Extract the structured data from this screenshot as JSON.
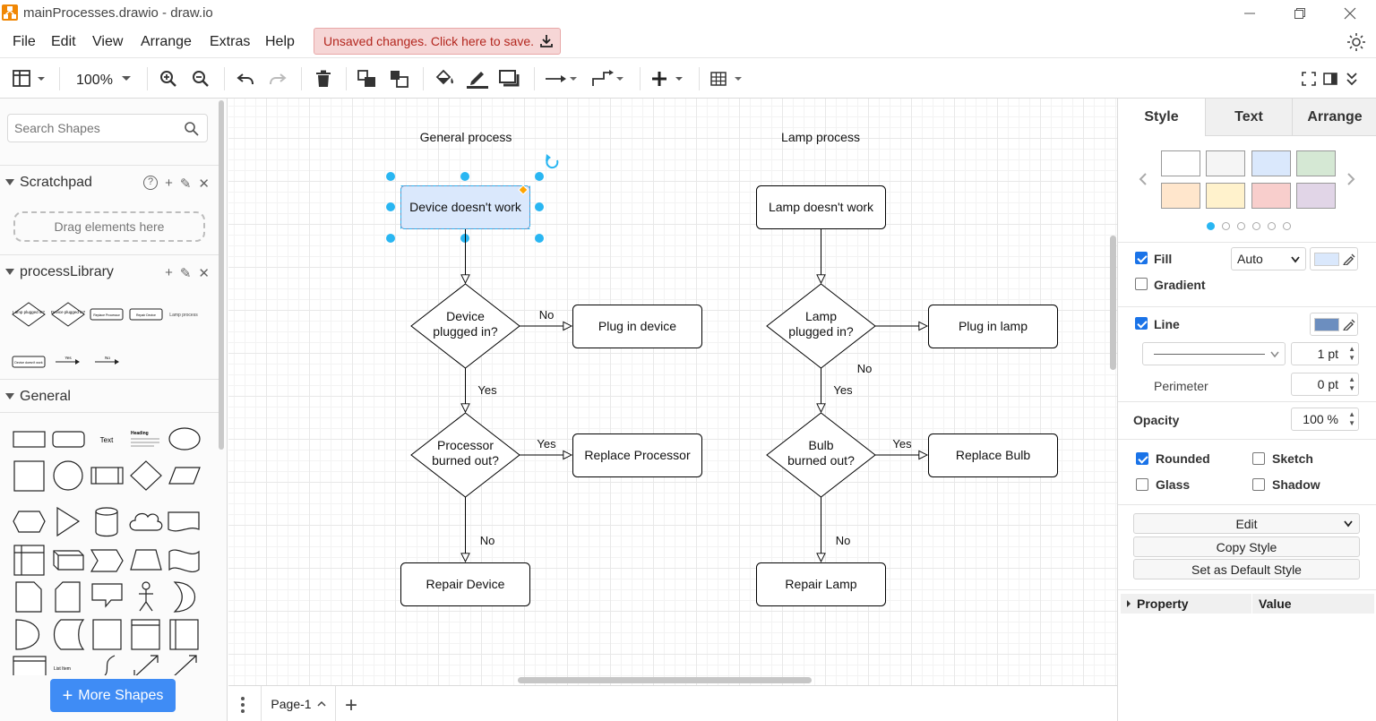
{
  "window": {
    "title": "mainProcesses.drawio - draw.io"
  },
  "menu": {
    "file": "File",
    "edit": "Edit",
    "view": "View",
    "arrange": "Arrange",
    "extras": "Extras",
    "help": "Help",
    "unsaved": "Unsaved changes. Click here to save."
  },
  "toolbar": {
    "zoom": "100%"
  },
  "sidebar": {
    "search_placeholder": "Search Shapes",
    "scratchpad_title": "Scratchpad",
    "scratchpad_help": "?",
    "drag_hint": "Drag elements here",
    "library_title": "processLibrary",
    "library_items": [
      "Lamp plugged in?",
      "Device plugged in?",
      "Replace Processor",
      "Repair Device",
      "Lamp process",
      "Device doesn't work",
      "Yes",
      "No"
    ],
    "general_title": "General",
    "general_labels": [
      "Text",
      "Heading",
      "List Item"
    ],
    "more_shapes": "More Shapes"
  },
  "diagram": {
    "general": {
      "title": "General process",
      "start": "Device doesn't work",
      "d1": [
        "Device",
        "plugged in?"
      ],
      "a1": "Plug in device",
      "d2": [
        "Processor",
        "burned out?"
      ],
      "a2": "Replace Processor",
      "end": "Repair Device",
      "l_no1": "No",
      "l_yes1": "Yes",
      "l_yes2": "Yes",
      "l_no2": "No"
    },
    "lamp": {
      "title": "Lamp process",
      "start": "Lamp doesn't work",
      "d1": [
        "Lamp",
        "plugged in?"
      ],
      "a1": "Plug in lamp",
      "d2": [
        "Bulb",
        "burned out?"
      ],
      "a2": "Replace Bulb",
      "end": "Repair Lamp",
      "l_no1": "No",
      "l_yes1": "Yes",
      "l_yes2": "Yes",
      "l_no2": "No"
    }
  },
  "pages": {
    "current": "Page-1"
  },
  "format": {
    "tabs": [
      "Style",
      "Text",
      "Arrange"
    ],
    "swatches_row1": [
      "#ffffff",
      "#f5f5f5",
      "#dae8fc",
      "#d5e8d4"
    ],
    "swatches_row2": [
      "#ffe6cc",
      "#fff2cc",
      "#f8cecc",
      "#e1d5e7"
    ],
    "fill_label": "Fill",
    "fill_mode": "Auto",
    "fill_color": "#dae8fc",
    "gradient_label": "Gradient",
    "line_label": "Line",
    "line_color": "#6c8ebf",
    "line_width": "1 pt",
    "perimeter_label": "Perimeter",
    "perimeter_value": "0 pt",
    "opacity_label": "Opacity",
    "opacity_value": "100 %",
    "rounded_label": "Rounded",
    "sketch_label": "Sketch",
    "glass_label": "Glass",
    "shadow_label": "Shadow",
    "edit_label": "Edit",
    "copy_style": "Copy Style",
    "default_style": "Set as Default Style",
    "property_col": "Property",
    "value_col": "Value"
  }
}
